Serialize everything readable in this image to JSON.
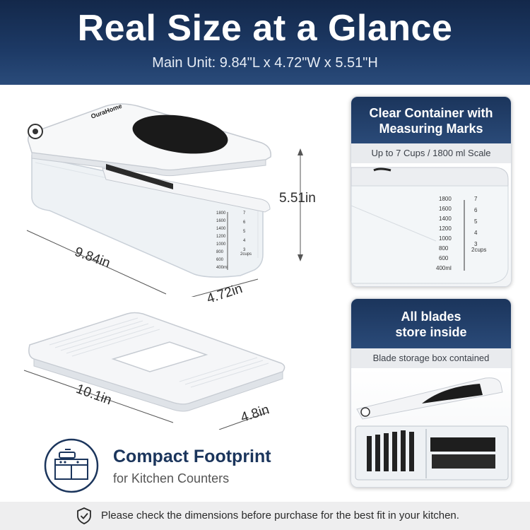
{
  "header": {
    "title": "Real Size at a Glance",
    "subtitle": "Main Unit: 9.84\"L x 4.72\"W x 5.51\"H"
  },
  "product": {
    "brand": "OuraHome",
    "scale_ml": [
      "1800",
      "1600",
      "1400",
      "1200",
      "1000",
      "800",
      "600",
      "400ml"
    ],
    "scale_cups": [
      "7",
      "6",
      "5",
      "4",
      "3",
      "2cups"
    ]
  },
  "dimensions": {
    "height": "5.51in",
    "length": "9.84in",
    "width": "4.72in",
    "lid_length": "10.1in",
    "lid_width": "4.8in"
  },
  "card_container": {
    "title_line1": "Clear Container with",
    "title_line2": "Measuring Marks",
    "subtitle": "Up to 7 Cups / 1800 ml Scale"
  },
  "card_blades": {
    "title_line1": "All blades",
    "title_line2": "store inside",
    "subtitle": "Blade storage box contained"
  },
  "compact": {
    "title": "Compact Footprint",
    "subtitle": "for Kitchen Counters"
  },
  "footer": {
    "note": "Please check the dimensions before purchase for the best fit in your kitchen."
  },
  "colors": {
    "navy": "#1b355c",
    "header_top": "#13284a",
    "footer_bg": "#eeeeef"
  }
}
